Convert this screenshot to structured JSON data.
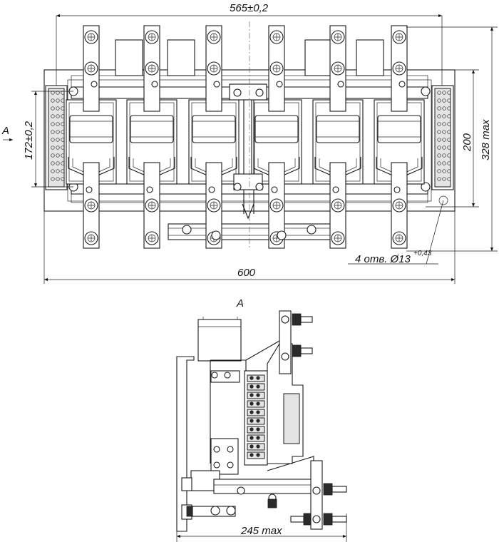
{
  "dimensions": {
    "top_width": "565±0,2",
    "overall_width": "600",
    "left_height": "172±0,2",
    "right_height_inner": "200",
    "right_height_max": "328 max",
    "holes_note": "4 отв. Ø13",
    "holes_tolerance": "+0,43",
    "side_width": "245 max"
  },
  "view_labels": {
    "arrow_label": "A",
    "side_view_label": "A"
  },
  "poles": {
    "count": 6
  }
}
